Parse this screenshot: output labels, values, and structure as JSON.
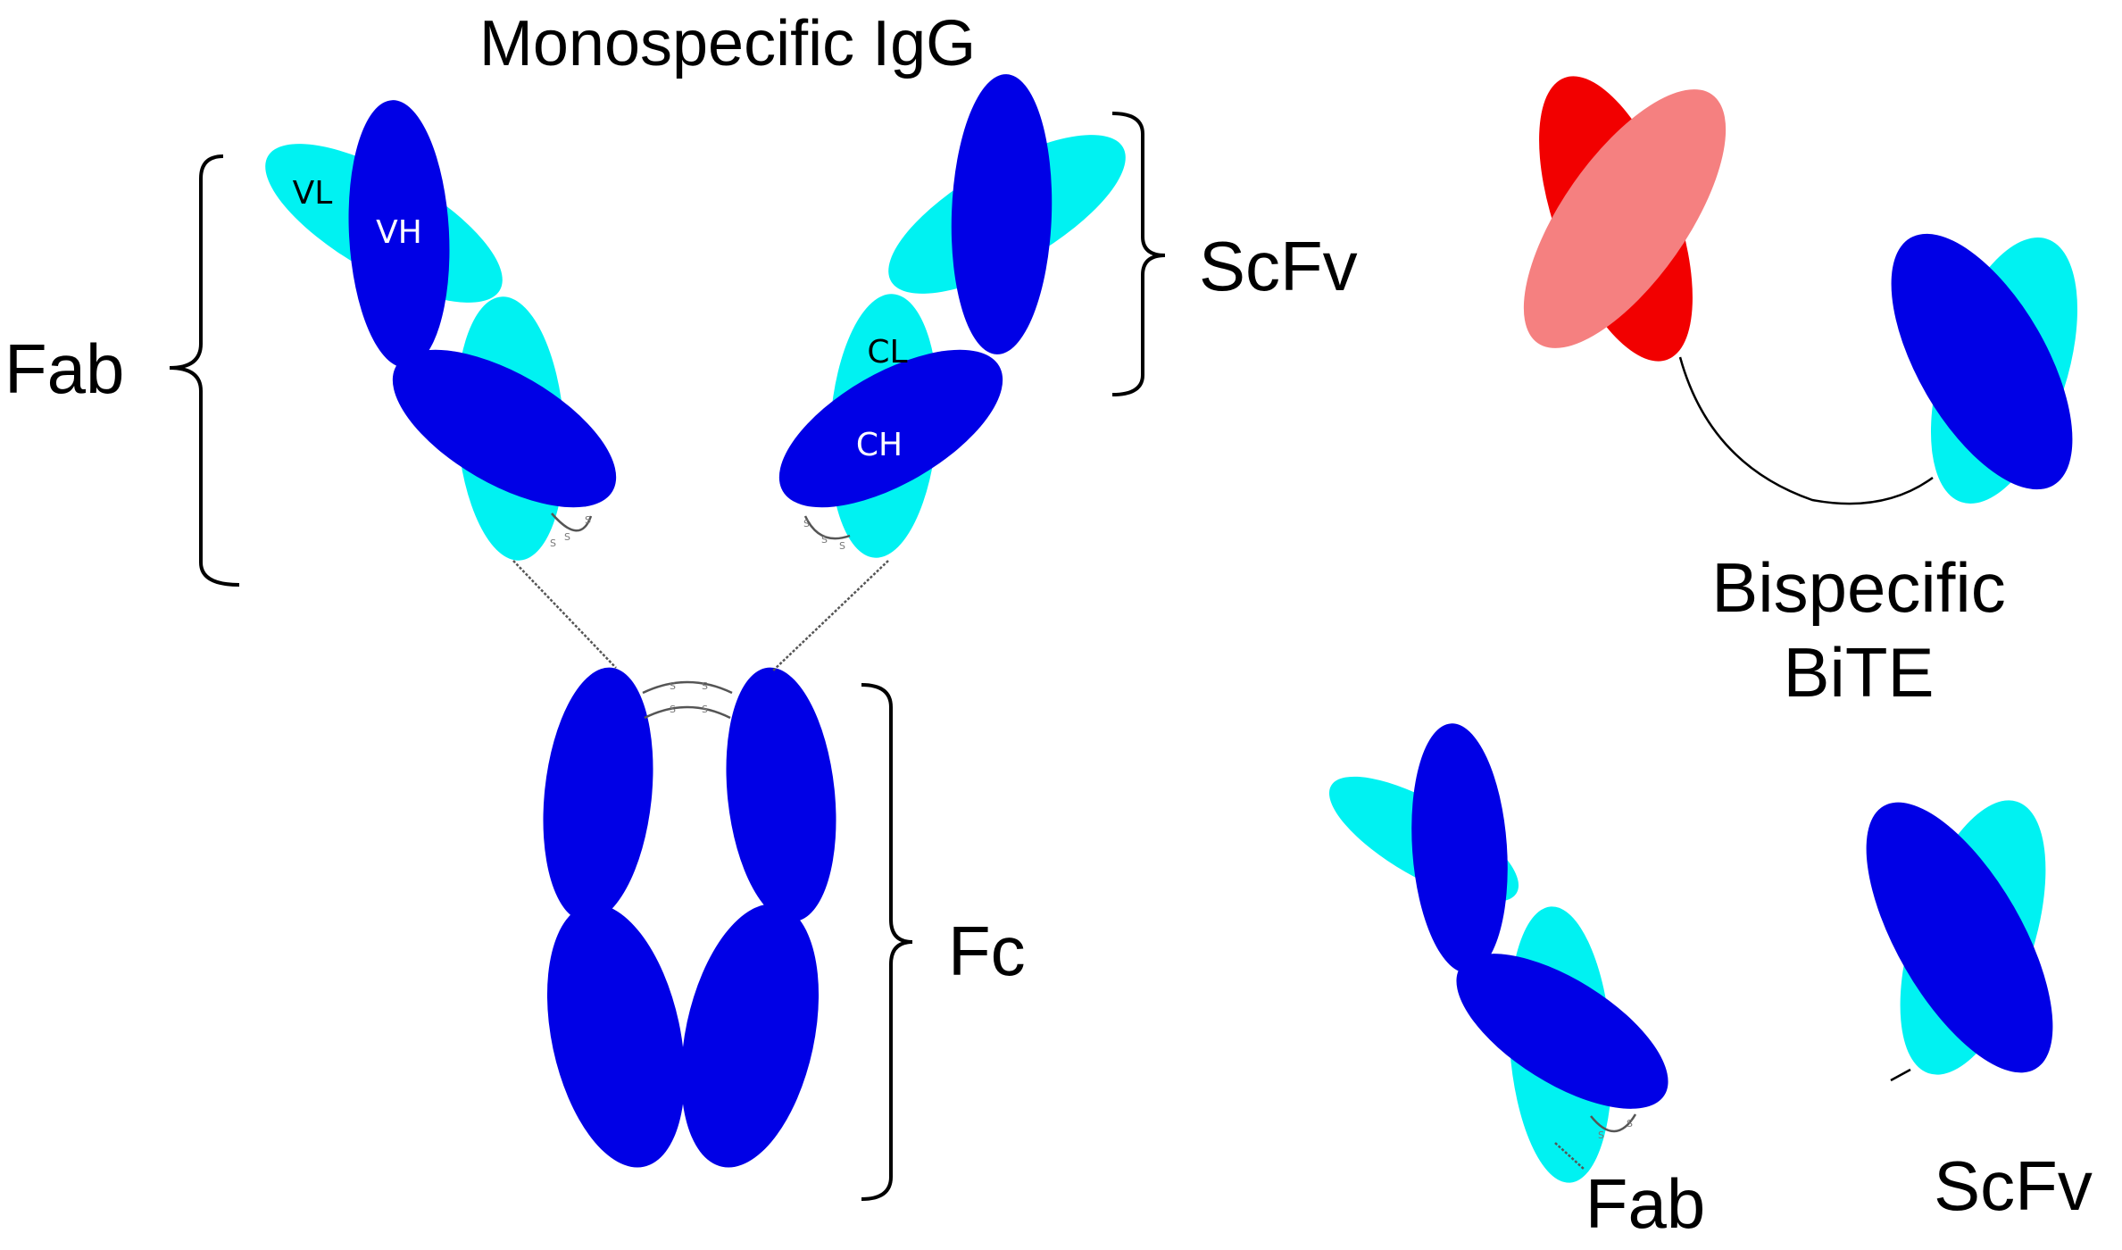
{
  "colors": {
    "heavy": "#0000e6",
    "light": "#00f2f2",
    "red": "#f20000",
    "pink": "#f58080",
    "text_on_dark": "#ffffff",
    "text_on_light": "#000000"
  },
  "labels": {
    "title": "Monospecific IgG",
    "fab": "Fab",
    "scfv": "ScFv",
    "fc": "Fc",
    "bispecific": "Bispecific",
    "bite": "BiTE",
    "fab_bottom": "Fab",
    "scfv_bottom": "ScFv"
  },
  "domain_labels": {
    "vl": "VL",
    "vh": "VH",
    "cl": "CL",
    "ch": "CH"
  },
  "disulfide_marks": [
    "S",
    "S",
    "S",
    "S",
    "S",
    "S",
    "S",
    "S",
    "S",
    "S",
    "S",
    "S",
    "S",
    "S"
  ]
}
